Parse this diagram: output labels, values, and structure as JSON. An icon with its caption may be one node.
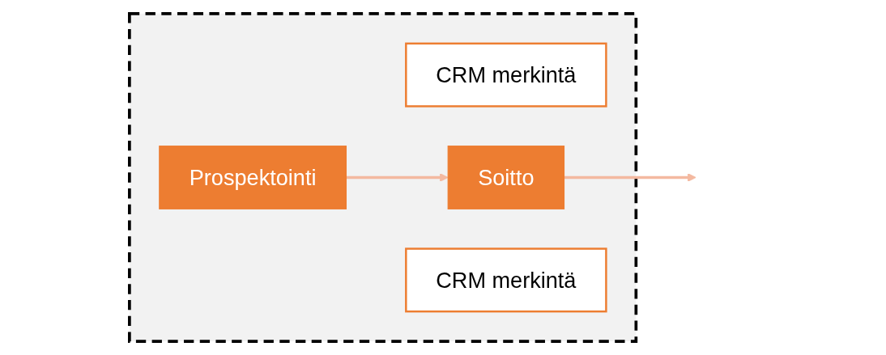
{
  "diagram": {
    "nodes": [
      {
        "text": [],
        "shape": "box"
      },
      {
        "text": [
          "Prospektointi"
        ],
        "in": 0
      },
      {
        "text": [
          "CRM merkintä"
        ],
        "in": 0
      },
      {
        "text": [
          "Soitto"
        ],
        "in": 0
      },
      {
        "text": [
          "CRM merkintä"
        ],
        "in": 0
      }
    ],
    "edges": [
      {
        "from": 1,
        "to": 3,
        "arrow": "to"
      },
      {
        "from": 3,
        "to": null,
        "arrow": "to"
      }
    ]
  }
}
